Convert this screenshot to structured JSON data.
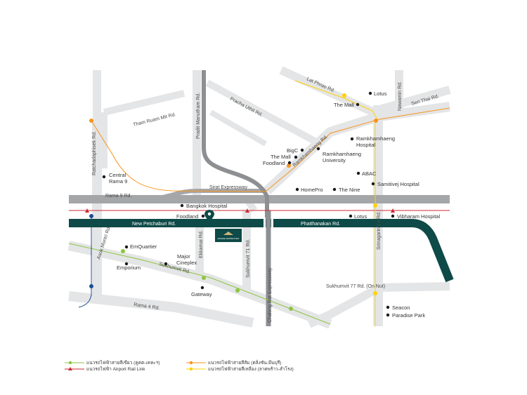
{
  "colors": {
    "road_light": "#e4e5e6",
    "road_mid": "#a5a6a8",
    "expressway": "#8d8f92",
    "main_road": "#0e4a47",
    "airport_rail": "#cc2a36",
    "green_line": "#8dc63f",
    "orange_line": "#f7941d",
    "yellow_line": "#ffd200",
    "blue_line": "#1d4f91",
    "poi": "#1a1a1a",
    "hotel": "#0e4a47"
  },
  "roads": {
    "ratchadaphisek": "Ratchadaphisek Rd.",
    "asok_montri": "Asok Montri Rd.",
    "tham_ruam_mit": "Tham Ruam Mit Rd.",
    "pradit_manutham": "Pradit Manutham Rd.",
    "pracha_uthit": "Pracha Uthit Rd.",
    "lat_phrao": "Lat Phrao Rd.",
    "nawamin": "Nawamin Rd.",
    "seri_thai": "Seri Thai Rd.",
    "ramkhamhaeng": "Ramkhamhaeng Rd.",
    "sirat_expressway": "Sirat Expressway",
    "rama9": "Rama 9 Rd.",
    "new_petchaburi": "New Petchaburi Rd.",
    "phatthanakan": "Phatthanakan Rd.",
    "ekkamai": "Ekkamai Rd.",
    "sukhumvit71": "Sukhumvit 71 Rd.",
    "chalong_rat": "Chalong Rat Expressway",
    "srinagarindra": "Srinagarindra Rd.",
    "sukhumvit": "Sukhumvit Rd.",
    "sukhumvit77": "Sukhumvit 77 Rd. (On Nut)",
    "rama4": "Rama 4 Rd."
  },
  "pois": {
    "lotus_top": "Lotus",
    "the_mall_top": "The Mall",
    "ramkhamhaeng_hospital": "Ramkhamhaeng\nHospital",
    "bigc": "BigC",
    "the_mall_ramk": "The Mall",
    "foodland_ramk": "Foodland",
    "ramkhamhaeng_university": "Ramkhamhaeng\nUniversity",
    "abac": "ABAC",
    "samitivej": "Samitivej Hospital",
    "homepro": "HomePro",
    "the_nine": "The Nine",
    "central_rama9": "Central\nRama 9",
    "bangkok_hospital": "Bangkok Hospital",
    "foodland": "Foodland",
    "lotus_mid": "Lotus",
    "vibharam_hospital": "Vibharam Hospital",
    "emquartier": "EmQuartier",
    "emporium": "Emporium",
    "major_cineplex": "Major\nCineplex",
    "gateway": "Gateway",
    "seacon": "Seacon",
    "paradise_park": "Paradise Park"
  },
  "hotel": {
    "name": "GRANDE CENTRE POINT"
  },
  "legend": {
    "green": "แนวรถไฟฟ้าสายสีเขียว (คูคต-เคหะฯ)",
    "airport": "แนวรถไฟฟ้า Airport Rail Link",
    "orange": "แนวรถไฟฟ้าสายสีส้ม (ตลิ่งชัน-มีนบุรี)",
    "yellow": "แนวรถไฟฟ้าสายสีเหลือง (ลาดพร้าว-สำโรง)"
  }
}
